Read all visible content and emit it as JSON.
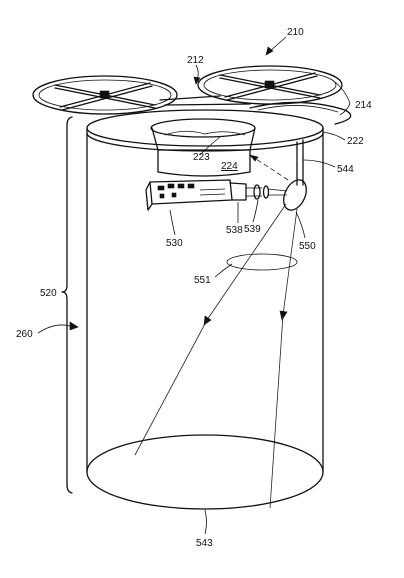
{
  "labels": {
    "ref_210": "210",
    "ref_212": "212",
    "ref_214": "214",
    "ref_222": "222",
    "ref_223": "223",
    "ref_224": "224",
    "ref_260": "260",
    "ref_520": "520",
    "ref_530": "530",
    "ref_538": "538",
    "ref_539": "539",
    "ref_543": "543",
    "ref_544": "544",
    "ref_550": "550",
    "ref_551": "551"
  }
}
